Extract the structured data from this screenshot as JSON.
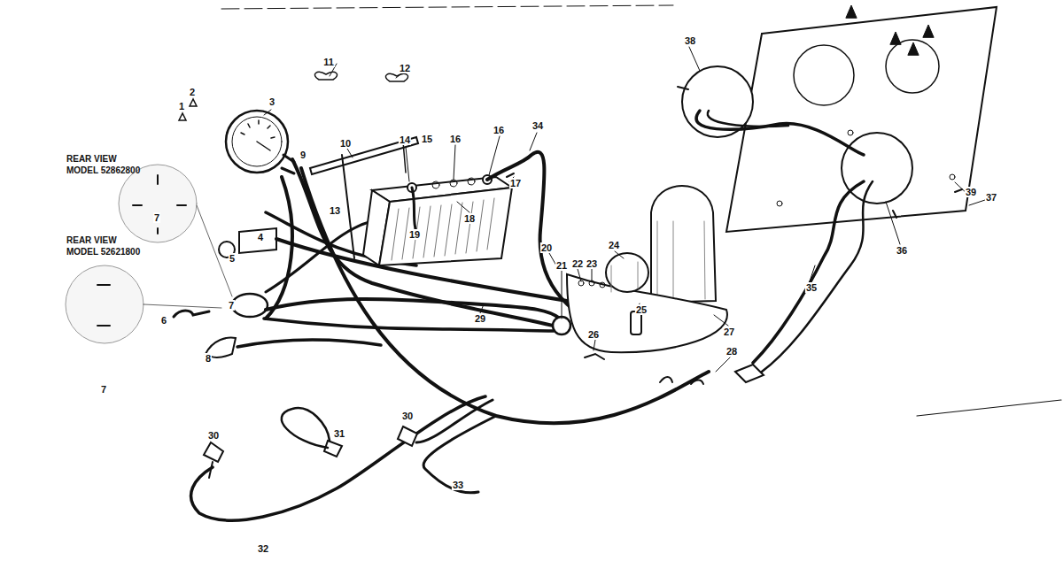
{
  "diagram": {
    "labels": [
      "38",
      "11",
      "12",
      "1",
      "2",
      "3",
      "14",
      "15",
      "16",
      "16",
      "34",
      "10",
      "9",
      "REAR VIEW MODEL 52862800",
      "17",
      "39",
      "37",
      "13",
      "18",
      "7",
      "4",
      "19",
      "REAR VIEW MODEL 52621800",
      "24",
      "20",
      "36",
      "5",
      "21",
      "22",
      "23",
      "35",
      "7",
      "25",
      "6",
      "29",
      "27",
      "26",
      "28",
      "8",
      "7",
      "30",
      "31",
      "30",
      "33",
      "32"
    ]
  }
}
